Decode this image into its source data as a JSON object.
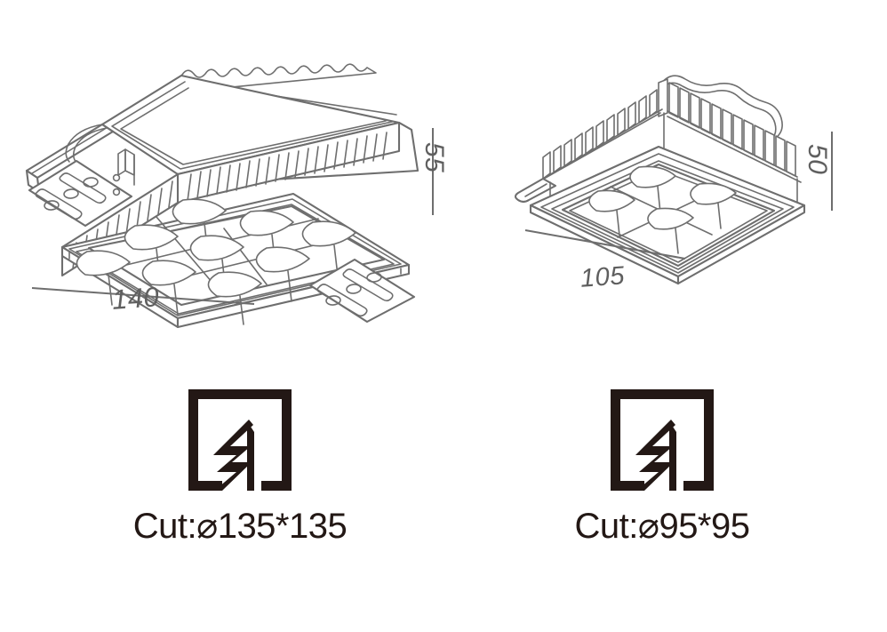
{
  "page": {
    "type": "technical-dimension-drawing",
    "subject": "recessed square LED grille downlight",
    "background_color": "#ffffff",
    "line_color": "#6e6e6e",
    "icon_color": "#231815",
    "caption_color": "#231815"
  },
  "figures": [
    {
      "id": "left",
      "name": "9-cell recessed grille downlight, exploded isometric",
      "cells": "3x3",
      "dimensions": {
        "width": {
          "value": "140",
          "unit": "mm",
          "orientation": "horizontal",
          "position": "bottom-left"
        },
        "height": {
          "value": "55",
          "unit": "mm",
          "orientation": "vertical",
          "position": "right"
        }
      }
    },
    {
      "id": "right",
      "name": "smaller recessed grille downlight, isometric",
      "cells": "2x2",
      "dimensions": {
        "width": {
          "value": "105",
          "unit": "mm",
          "orientation": "horizontal",
          "position": "bottom-left"
        },
        "height": {
          "value": "50",
          "unit": "mm",
          "orientation": "vertical",
          "position": "right"
        }
      }
    }
  ],
  "dimension_labels": {
    "left_width": "140",
    "left_height": "55",
    "right_width": "105",
    "right_height": "50"
  },
  "cutouts": [
    {
      "id": "left",
      "icon": "ceiling-cutout-icon",
      "caption": "Cut:⌀135*135",
      "cut_width": "135",
      "cut_height": "135"
    },
    {
      "id": "right",
      "icon": "ceiling-cutout-icon",
      "caption": "Cut:⌀95*95",
      "cut_width": "95",
      "cut_height": "95"
    }
  ]
}
